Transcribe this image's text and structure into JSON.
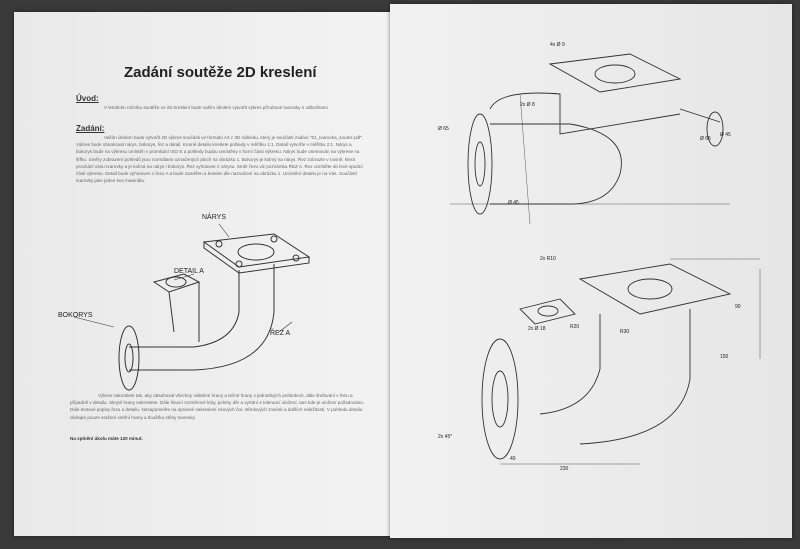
{
  "left_page": {
    "title": "Zadání soutěže 2D kreslení",
    "intro_heading": "Úvod:",
    "intro_text": "V letošním ročníku soutěže ve 2D kreslení bude vaším úkolem vytvořit výkres přírubové tvarovky s odbočkami",
    "task_heading": "Zadání:",
    "task_text": "Vaším úkolem bude vytvořit 2D výkres součásti ve formátu A3 z 3D náhledu, který je součástí zadání \"01_tvarovka_soutez.pdf\". Výkres bude obsahovat nárys, bokorys, řez a detail. Kromě detailu kreslete pohledy v měřítku 1:1. Detail vytvořte v měřítku 2:1. Nárys a bokorys bude na výkresu umístěn v promítání ISO E a pohledy budou umístěny v horní části výkresu. Nárys bude orientován na výkrese na šířku. Směry zobrazení pohledů jsou normálami označených ploch na obrázku 1. Bokorys je kolmý na nárys. Řez zobrazte v rovině, která prochází osou tvarovky a je kolmá na nárys i bokorys. Řez vyhotovte z nárysu. Směr řezu viz poznámka ŘEZ A. Řez umístěte do levé spodní části výkresu. Detail bude vyhotoven z řezu A a bude zaměřen a kreslen dle naznačení na obrázku 1. Umístění detailu je na Vás. Součástí tvarovky jako jeden kus materiálu.",
    "figure_labels": {
      "narys": "NÁRYS",
      "detail": "DETAIL A",
      "bokorys": "BOKORYS",
      "rez": "ŘEZ A"
    },
    "closing_text": "Výkres nakreslete tak, aby obsahoval všechny viditelné hrany a tečné hrany v jednotlivých pohledech, dále šrafování v řezu a případně v detailu. Skryté hrany nekreslete. Dále hlavní rozměrové kóty, polohy děr a vyrtání s tolerancí uložení, tam kde je uložení požadováno. Dále textové popisy řezu a detailu. Nezapomeňte na správné nakreslení osových čar, středových značek a dalších náležitostí. V pohledu detailu okótujte pouze sražení vnitřní hrany a tloušťku stěny tvarovky.",
    "time_note": "Na splnění úkolu máte 120 minut."
  },
  "right_page": {
    "dims_top": [
      "4x Ø 9",
      "Ø 65",
      "Ø 45",
      "Ø 65",
      "Ø 45",
      "2x Ø 8"
    ],
    "dims_bottom": [
      "2x R10",
      "2x Ø 18",
      "R20",
      "R30",
      "150",
      "230",
      "40",
      "90",
      "2x 45°"
    ]
  }
}
